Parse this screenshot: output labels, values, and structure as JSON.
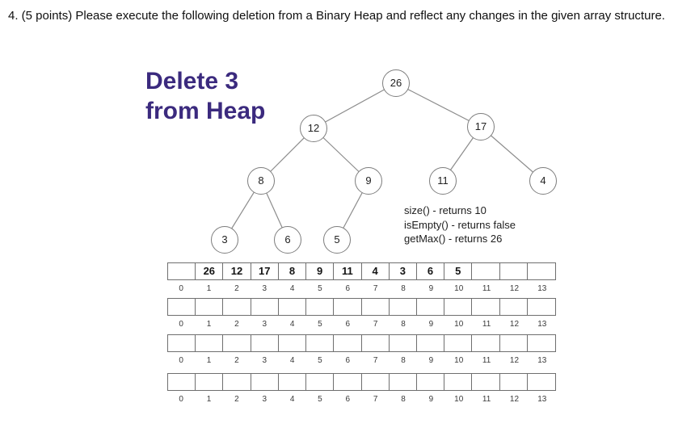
{
  "question": {
    "text": "4.  (5 points) Please execute the following deletion from a Binary Heap and reflect any changes in the given array structure."
  },
  "title": {
    "line1": "Delete 3",
    "line2": "from Heap"
  },
  "colors": {
    "title": "#3b2a7e",
    "tree_line": "#8c8c8c",
    "grid_line": "#6f6f6f"
  },
  "heap": {
    "nodes": [
      "26",
      "12",
      "17",
      "8",
      "9",
      "11",
      "4",
      "3",
      "6",
      "5"
    ]
  },
  "info": {
    "lines": [
      "size() - returns 10",
      "isEmpty() - returns false",
      "getMax() - returns 26"
    ]
  },
  "arrays": {
    "indices": [
      "0",
      "1",
      "2",
      "3",
      "4",
      "5",
      "6",
      "7",
      "8",
      "9",
      "10",
      "11",
      "12",
      "13"
    ],
    "rows": [
      {
        "cells": [
          "",
          "26",
          "12",
          "17",
          "8",
          "9",
          "11",
          "4",
          "3",
          "6",
          "5",
          "",
          "",
          ""
        ]
      },
      {
        "cells": [
          "",
          "",
          "",
          "",
          "",
          "",
          "",
          "",
          "",
          "",
          "",
          "",
          "",
          ""
        ]
      },
      {
        "cells": [
          "",
          "",
          "",
          "",
          "",
          "",
          "",
          "",
          "",
          "",
          "",
          "",
          "",
          ""
        ]
      },
      {
        "cells": [
          "",
          "",
          "",
          "",
          "",
          "",
          "",
          "",
          "",
          "",
          "",
          "",
          "",
          ""
        ]
      }
    ]
  }
}
